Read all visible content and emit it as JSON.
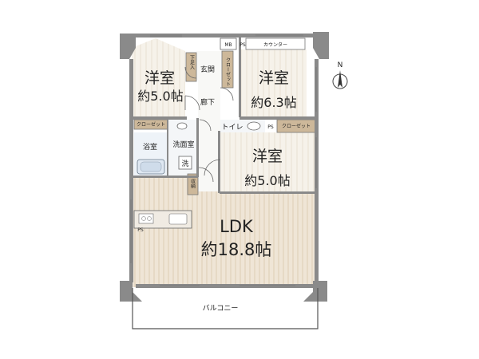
{
  "rooms": {
    "western_room_nw": {
      "name": "洋室",
      "size": "約5.0帖"
    },
    "western_room_ne": {
      "name": "洋室",
      "size": "約6.3帖"
    },
    "western_room_mid": {
      "name": "洋室",
      "size": "約5.0帖"
    },
    "ldk": {
      "name": "LDK",
      "size": "約18.8帖"
    },
    "entrance": "玄関",
    "corridor": "廊下",
    "bathroom": "浴室",
    "washroom": "洗面室",
    "toilet": "トイレ",
    "shoe_storage": "下足入",
    "storage": "収納",
    "washer": "洗",
    "balcony": "バルコニー"
  },
  "labels": {
    "closet_1": "クローゼット",
    "closet_2": "クローゼット",
    "closet_3": "クローゼット",
    "counter": "カウンター",
    "mb": "MB",
    "ps_1": "PS",
    "ps_2": "PS",
    "ps_3": "PS"
  },
  "compass": {
    "north": "N"
  },
  "colors": {
    "wall": "#8a8a8a",
    "room_floor": "#f6f3ec",
    "ldk_floor": "#efe5d6",
    "ldk_stripe": "#e5d8c3",
    "wet_area": "#eef3f8",
    "closet": "#cdb89a",
    "line": "#555555"
  }
}
